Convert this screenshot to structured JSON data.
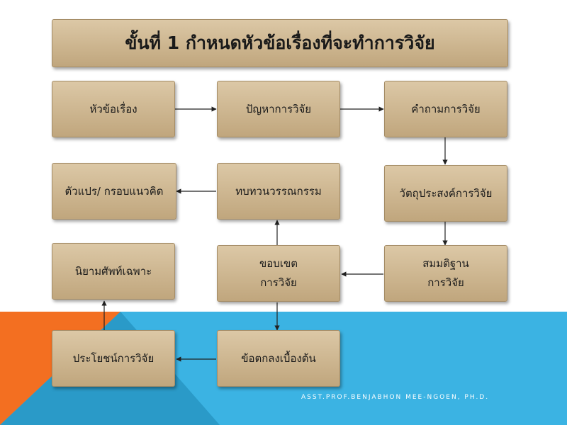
{
  "title": "ขั้นที่ 1 กำหนดหัวข้อเรื่องที่จะทำการวิจัย",
  "nodes": {
    "topic": "หัวข้อเรื่อง",
    "problem": "ปัญหาการวิจัย",
    "question": "คำถามการวิจัย",
    "variables": "ตัวแปร/ กรอบแนวคิด",
    "literature": "ทบทวนวรรณกรรม",
    "objective": "วัตถุประสงค์การวิจัย",
    "definition": "นิยามศัพท์เฉพาะ",
    "scope_line1": "ขอบเขต",
    "scope_line2": "การวิจัย",
    "hypothesis_line1": "สมมติฐาน",
    "hypothesis_line2": "การวิจัย",
    "benefit": "ประโยชน์การวิจัย",
    "assumption": "ข้อตกลงเบื้องต้น"
  },
  "credit": "ASST.PROF.BENJABHON MEE-NGOEN, PH.D.",
  "colors": {
    "accent_orange": "#f36f21",
    "accent_blue": "#3bb3e3",
    "accent_blue_dark": "#2a9ac8",
    "box_fill": "#cfb893"
  }
}
